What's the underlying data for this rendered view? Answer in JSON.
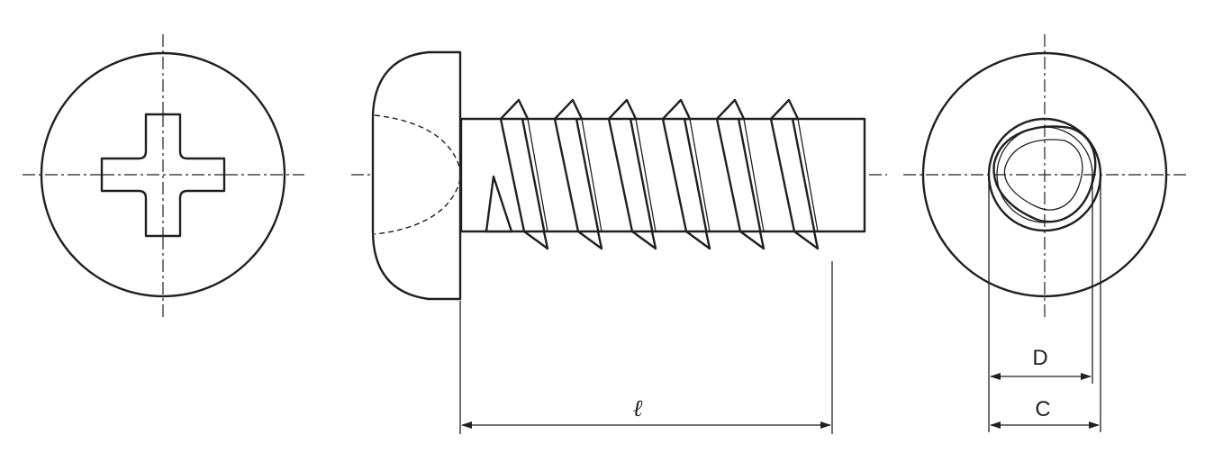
{
  "dimensions": {
    "length_label": "ℓ",
    "d_label": "D",
    "c_label": "C"
  },
  "colors": {
    "line": "#231f20",
    "background": "#ffffff"
  }
}
